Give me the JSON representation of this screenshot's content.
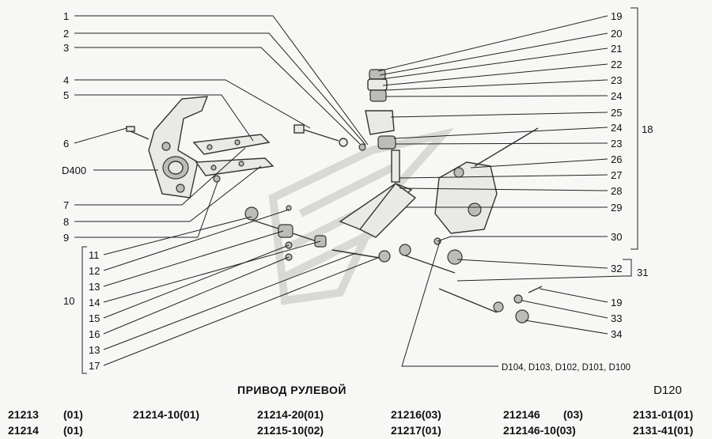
{
  "caption": "ПРИВОД РУЛЕВОЙ",
  "figure_code": "D120",
  "left_labels": [
    "1",
    "2",
    "3",
    "4",
    "5",
    "6",
    "D400",
    "7",
    "8",
    "9"
  ],
  "group_left": {
    "label": "10",
    "items": [
      "11",
      "12",
      "13",
      "14",
      "15",
      "16",
      "13",
      "17"
    ]
  },
  "right_labels": [
    "19",
    "20",
    "21",
    "22",
    "23",
    "24",
    "25",
    "24",
    "23",
    "26",
    "27",
    "28",
    "29",
    "30"
  ],
  "group_right": {
    "label": "18"
  },
  "right_lower": [
    "32",
    "19",
    "33",
    "34"
  ],
  "group_31": {
    "label": "31"
  },
  "codes_note": "D104, D103, D102, D101, D100",
  "models": [
    {
      "a": "21213",
      "b": "(01)"
    },
    {
      "a": "21214",
      "b": "(01)"
    },
    {
      "a": "21214-10(01)",
      "b": ""
    },
    {
      "a": "21214-20(01)",
      "b": "21215-10(02)"
    },
    {
      "a": "21216(03)",
      "b": "21217(01)"
    },
    {
      "a": "212146",
      "b": "(03)"
    },
    {
      "a": "212146-10(03)",
      "b": ""
    },
    {
      "a": "2131-01(01)",
      "b": "2131-41(01)"
    }
  ]
}
